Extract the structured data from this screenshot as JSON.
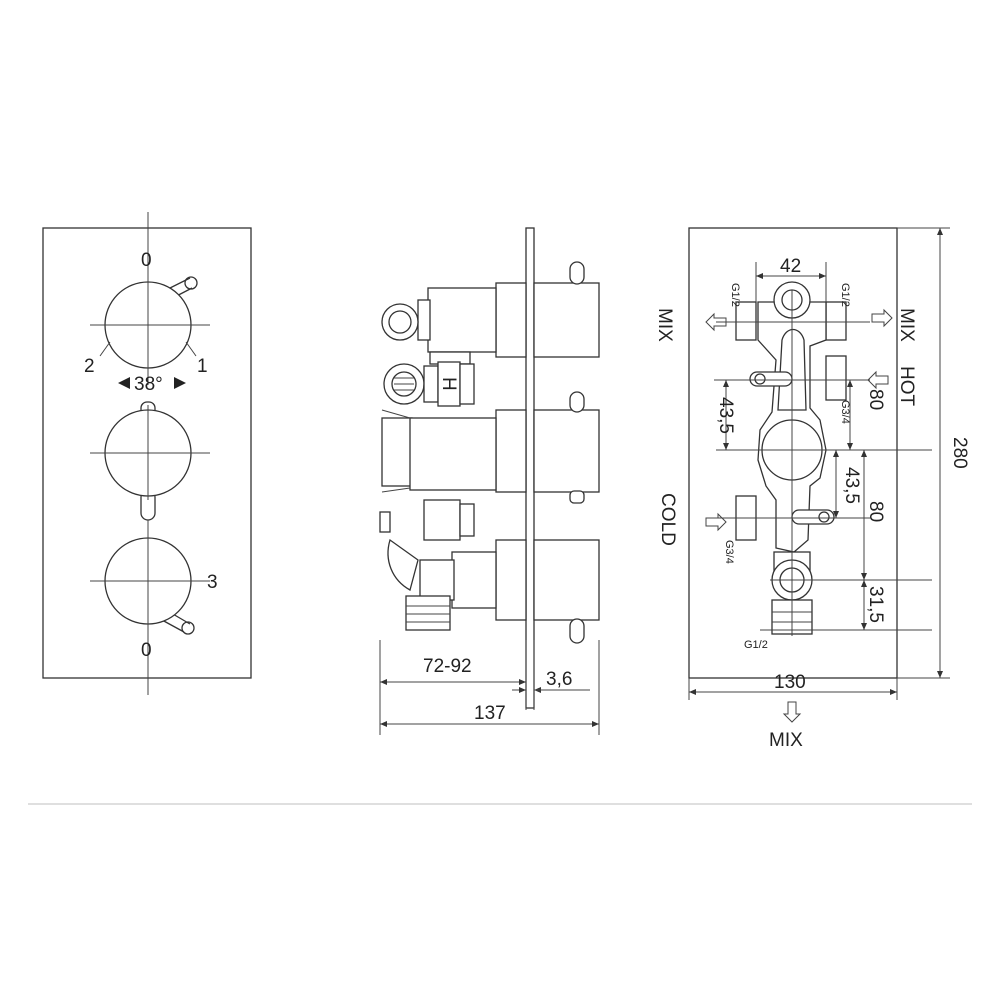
{
  "front_view": {
    "knob1_label_top": "0",
    "knob1_label_left": "2",
    "knob1_label_right": "1",
    "angle_label": "38°",
    "knob3_label_right": "3",
    "knob3_label_bottom": "0"
  },
  "side_view": {
    "dim_depth_range": "72-92",
    "dim_plate": "3,6",
    "dim_total": "137",
    "valve_mark": "H"
  },
  "back_view": {
    "top_left_port": "G1/2",
    "top_right_port": "G1/2",
    "width_top": "42",
    "label_mix_left": "MIX",
    "label_mix_right": "MIX",
    "label_hot": "HOT",
    "label_cold": "COLD",
    "dim_43_5_left": "43,5",
    "dim_43_5_right": "43,5",
    "dim_80_upper": "80",
    "dim_80_lower": "80",
    "dim_31_5": "31,5",
    "dim_280": "280",
    "port_g34_right": "G3/4",
    "port_g34_left": "G3/4",
    "bottom_port": "G1/2",
    "dim_130": "130",
    "label_mix_bottom": "MIX"
  },
  "colors": {
    "line": "#333333",
    "background": "#ffffff",
    "footer_rule": "#cccccc"
  }
}
